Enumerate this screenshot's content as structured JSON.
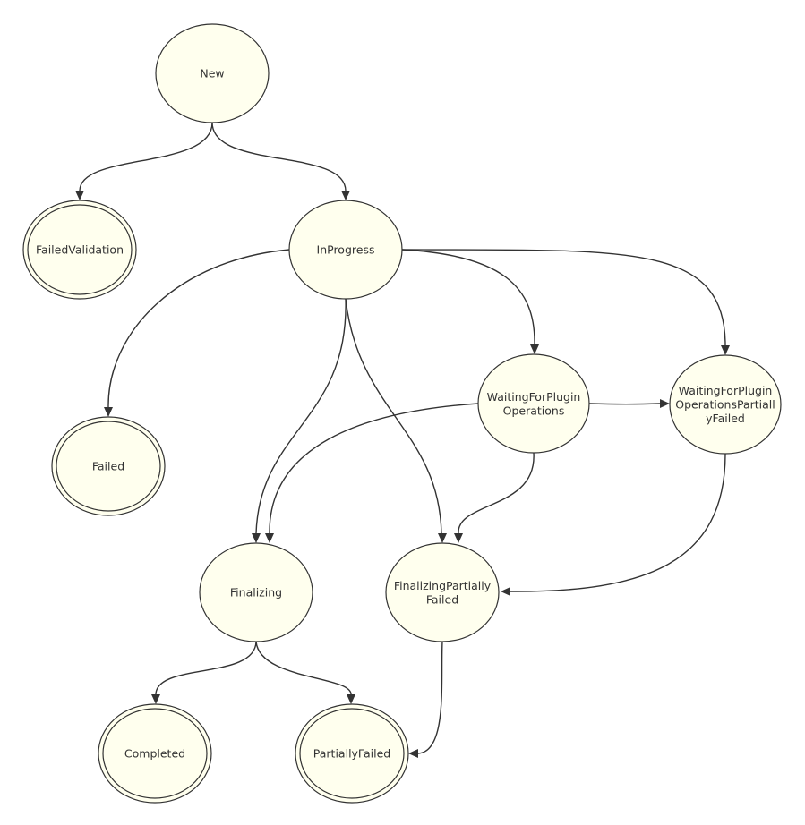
{
  "diagram": {
    "type": "state-diagram",
    "colors": {
      "node_fill": "#ffffee",
      "stroke": "#333333",
      "text": "#333333"
    },
    "nodes": [
      {
        "id": "new",
        "lines": [
          "New"
        ],
        "final": false
      },
      {
        "id": "failed-validation",
        "lines": [
          "FailedValidation"
        ],
        "final": true
      },
      {
        "id": "in-progress",
        "lines": [
          "InProgress"
        ],
        "final": false
      },
      {
        "id": "failed",
        "lines": [
          "Failed"
        ],
        "final": true
      },
      {
        "id": "waiting-for-plugin-operations",
        "lines": [
          "WaitingForPlugin",
          "Operations"
        ],
        "final": false
      },
      {
        "id": "waiting-for-plugin-operations-partially-failed",
        "lines": [
          "WaitingForPlugin",
          "OperationsPartiall",
          "yFailed"
        ],
        "final": false
      },
      {
        "id": "finalizing",
        "lines": [
          "Finalizing"
        ],
        "final": false
      },
      {
        "id": "finalizing-partially-failed",
        "lines": [
          "FinalizingPartially",
          "Failed"
        ],
        "final": false
      },
      {
        "id": "completed",
        "lines": [
          "Completed"
        ],
        "final": true
      },
      {
        "id": "partially-failed",
        "lines": [
          "PartiallyFailed"
        ],
        "final": true
      }
    ],
    "edges": [
      {
        "from": "new",
        "to": "failed-validation"
      },
      {
        "from": "new",
        "to": "in-progress"
      },
      {
        "from": "in-progress",
        "to": "failed"
      },
      {
        "from": "in-progress",
        "to": "finalizing"
      },
      {
        "from": "in-progress",
        "to": "finalizing-partially-failed"
      },
      {
        "from": "in-progress",
        "to": "waiting-for-plugin-operations"
      },
      {
        "from": "in-progress",
        "to": "waiting-for-plugin-operations-partially-failed"
      },
      {
        "from": "waiting-for-plugin-operations",
        "to": "waiting-for-plugin-operations-partially-failed"
      },
      {
        "from": "waiting-for-plugin-operations",
        "to": "finalizing"
      },
      {
        "from": "waiting-for-plugin-operations",
        "to": "finalizing-partially-failed"
      },
      {
        "from": "waiting-for-plugin-operations-partially-failed",
        "to": "finalizing-partially-failed"
      },
      {
        "from": "finalizing",
        "to": "completed"
      },
      {
        "from": "finalizing",
        "to": "partially-failed"
      },
      {
        "from": "finalizing-partially-failed",
        "to": "partially-failed"
      }
    ]
  }
}
